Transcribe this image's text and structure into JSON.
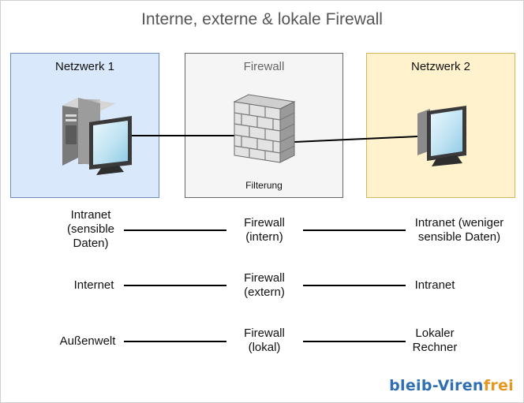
{
  "title": "Interne, externe & lokale Firewall",
  "boxes": {
    "network1": "Netzwerk 1",
    "firewall": "Firewall",
    "network2": "Netzwerk 2",
    "filter_label": "Filterung"
  },
  "rows": [
    {
      "left": "Intranet\n(sensible\nDaten)",
      "middle": "Firewall\n(intern)",
      "right": "Intranet (weniger\nsensible Daten)"
    },
    {
      "left": "Internet",
      "middle": "Firewall\n(extern)",
      "right": "Intranet"
    },
    {
      "left": "Außenwelt",
      "middle": "Firewall\n(lokal)",
      "right": "Lokaler\nRechner"
    }
  ],
  "watermark": {
    "part1": "bleib-Viren",
    "part2": "frei"
  },
  "colors": {
    "network1_fill": "#dae8fc",
    "firewall_fill": "#f5f5f5",
    "network2_fill": "#fff2cc",
    "watermark_blue": "#2f6fb2",
    "watermark_orange": "#e8961c"
  },
  "icons": [
    "server-computer-icon",
    "firewall-brick-wall-icon",
    "desktop-computer-icon"
  ]
}
